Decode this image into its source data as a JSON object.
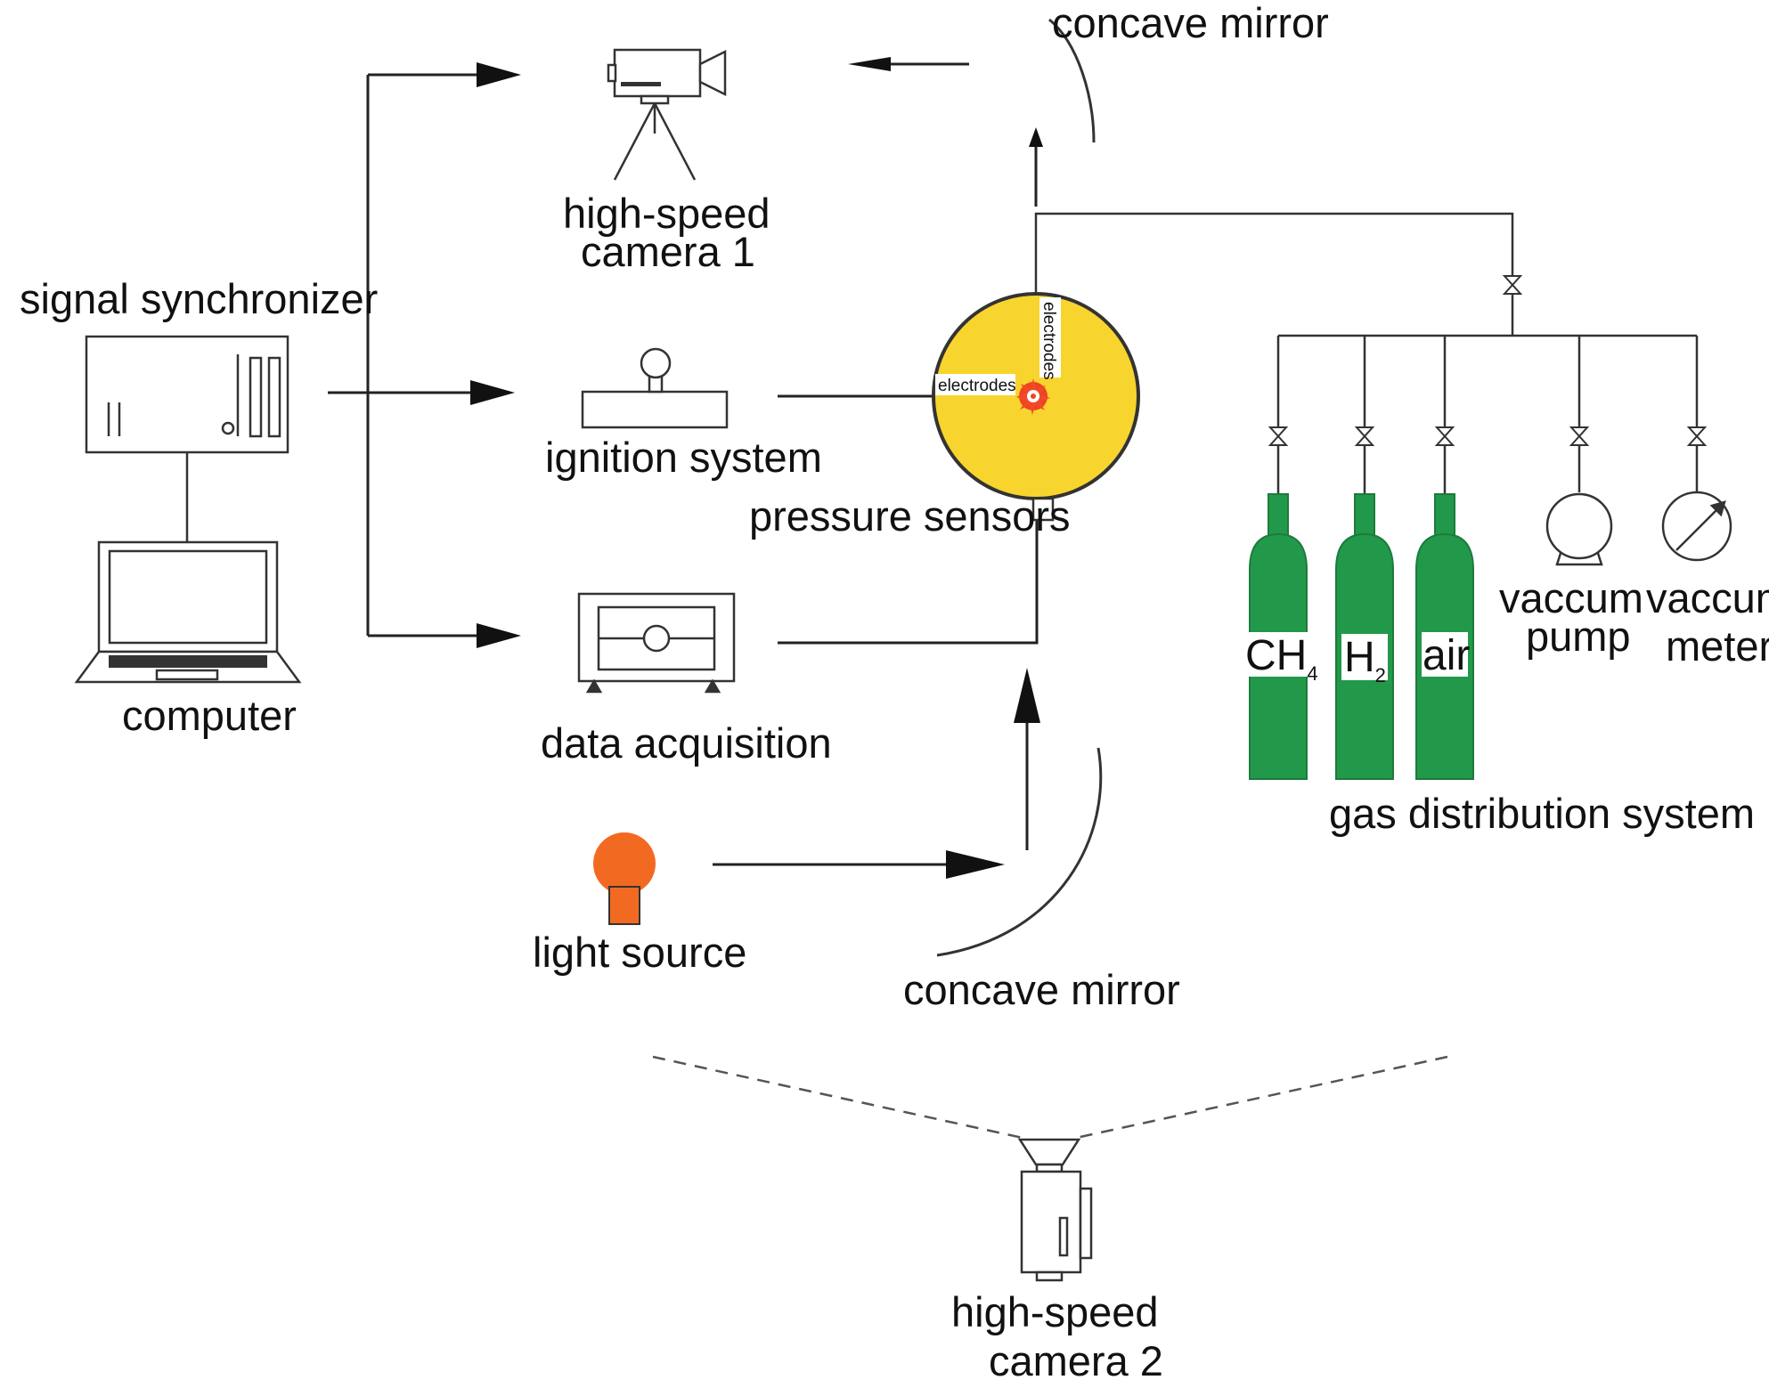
{
  "labels": {
    "signal_synchronizer": "signal synchronizer",
    "computer": "computer",
    "camera1_line1": "high-speed",
    "camera1_line2": "camera 1",
    "ignition_system": "ignition system",
    "data_acquisition": "data acquisition",
    "light_source": "light source",
    "concave_mirror_top": "concave mirror",
    "concave_mirror_bottom": "concave mirror",
    "pressure_sensors": "pressure sensors",
    "electrodes_horizontal": "electrodes",
    "electrodes_vertical": "electrodes",
    "vacuum_pump_line1": "vaccum",
    "vacuum_pump_line2": "pump",
    "vacuum_meter_line1": "vaccum",
    "vacuum_meter_line2": "meter",
    "gas_distribution_system": "gas distribution system",
    "camera2_line1": "high-speed",
    "camera2_line2": "camera 2"
  },
  "gases": [
    {
      "base": "CH",
      "sub": "4"
    },
    {
      "base": "H",
      "sub": "2"
    },
    {
      "base": "air",
      "sub": ""
    }
  ],
  "colors": {
    "chamber": "#f8d42e",
    "cylinder": "#22994a",
    "light_source": "#f26a21",
    "spark": "#ee4422",
    "line": "#222222"
  }
}
